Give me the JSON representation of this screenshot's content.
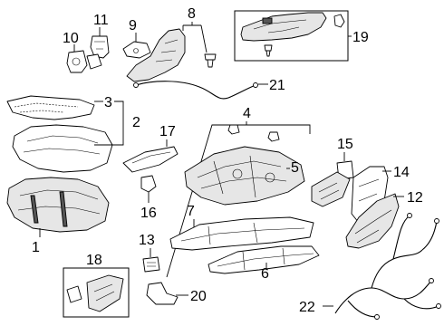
{
  "callouts": {
    "c1": "1",
    "c2": "2",
    "c3": "3",
    "c4": "4",
    "c5": "5",
    "c6": "6",
    "c7": "7",
    "c8": "8",
    "c9": "9",
    "c10": "10",
    "c11": "11",
    "c12": "12",
    "c13": "13",
    "c14": "14",
    "c15": "15",
    "c16": "16",
    "c17": "17",
    "c18": "18",
    "c19": "19",
    "c20": "20",
    "c21": "21",
    "c22": "22"
  },
  "colors": {
    "line": "#000000",
    "fill": "#ffffff",
    "shade": "#e6e6e6"
  }
}
